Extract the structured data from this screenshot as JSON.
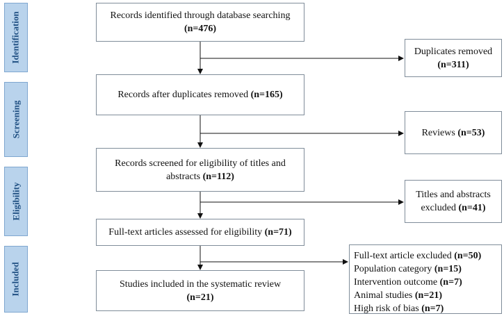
{
  "phases": {
    "identification": "Identification",
    "screening": "Screening",
    "eligibility": "Eligibility",
    "included": "Included"
  },
  "main_boxes": {
    "identified": {
      "text": "Records identified through database searching",
      "count": "(n=476)"
    },
    "after_duplicates": {
      "text": "Records after duplicates removed",
      "count": "(n=165)"
    },
    "screened": {
      "text_line1": "Records screened for eligibility of titles and",
      "text_line2": "abstracts",
      "count": "(n=112)"
    },
    "fulltext_assessed": {
      "text": "Full-text articles assessed for eligibility",
      "count": "(n=71)"
    },
    "included": {
      "text": "Studies included in the systematic review",
      "count": "(n=21)"
    }
  },
  "side_boxes": {
    "duplicates": {
      "text": "Duplicates removed",
      "count": "(n=311)"
    },
    "reviews": {
      "text": "Reviews",
      "count": "(n=53)"
    },
    "titles_excluded": {
      "text_line1": "Titles and abstracts",
      "text_line2": "excluded",
      "count": "(n=41)"
    },
    "fulltext_excluded": {
      "items": [
        {
          "label": "Full-text article excluded",
          "count": "(n=50)"
        },
        {
          "label": "Population category",
          "count": "(n=15)"
        },
        {
          "label": "Intervention outcome",
          "count": "(n=7)"
        },
        {
          "label": "Animal studies",
          "count": "(n=21)"
        },
        {
          "label": "High risk of bias",
          "count": "(n=7)"
        }
      ]
    }
  }
}
